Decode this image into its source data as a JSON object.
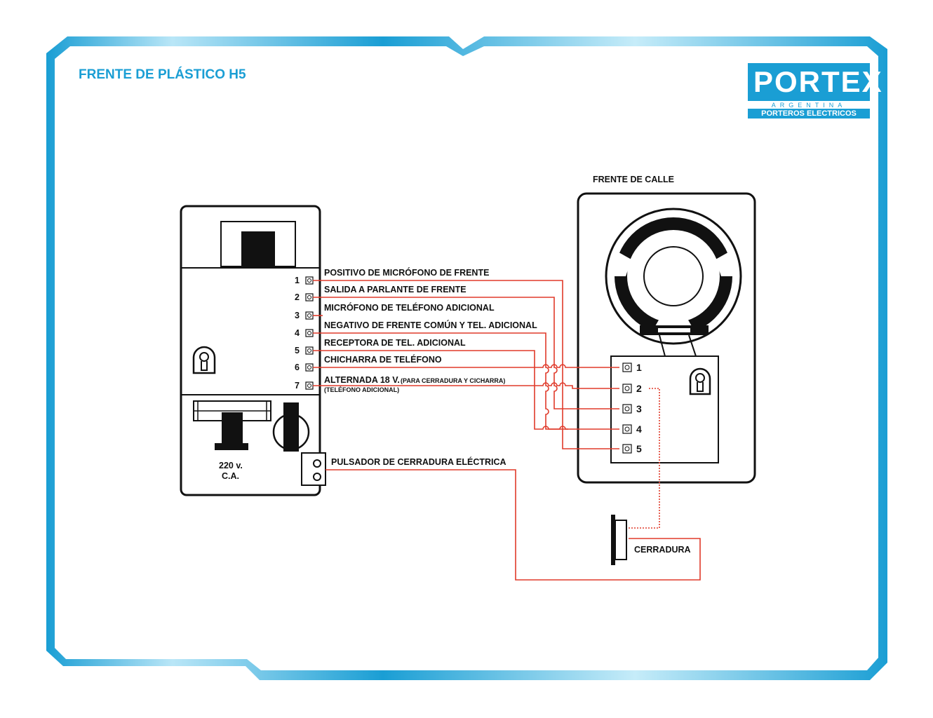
{
  "title": "FRENTE DE PLÁSTICO H5",
  "logo": {
    "name": "PORTEX",
    "subtitle": "ARGENTINA S.R.L.",
    "band": "PORTEROS ELECTRICOS"
  },
  "colors": {
    "frame": "#1a9ed4",
    "wire": "#e03a2a",
    "ink": "#111111"
  },
  "left_unit": {
    "power_label_1": "220 v.",
    "power_label_2": "C.A.",
    "terminals": [
      {
        "number": "1",
        "label": "POSITIVO DE MICRÓFONO DE FRENTE"
      },
      {
        "number": "2",
        "label": "SALIDA A PARLANTE DE FRENTE"
      },
      {
        "number": "3",
        "label": "MICRÓFONO DE TELÉFONO ADICIONAL"
      },
      {
        "number": "4",
        "label": "NEGATIVO DE FRENTE COMÚN Y TEL. ADICIONAL"
      },
      {
        "number": "5",
        "label": "RECEPTORA DE TEL. ADICIONAL"
      },
      {
        "number": "6",
        "label": "CHICHARRA DE TELÉFONO"
      },
      {
        "number": "7",
        "label": "ALTERNADA 18 V.",
        "note_1": "(PARA CERRADURA Y CICHARRA)",
        "note_2": "(TELÉFONO ADICIONAL)"
      }
    ]
  },
  "button_label": "PULSADOR DE CERRADURA ELÉCTRICA",
  "street_panel": {
    "label": "FRENTE DE CALLE",
    "terminals": [
      "1",
      "2",
      "3",
      "4",
      "5"
    ]
  },
  "lock_label": "CERRADURA"
}
